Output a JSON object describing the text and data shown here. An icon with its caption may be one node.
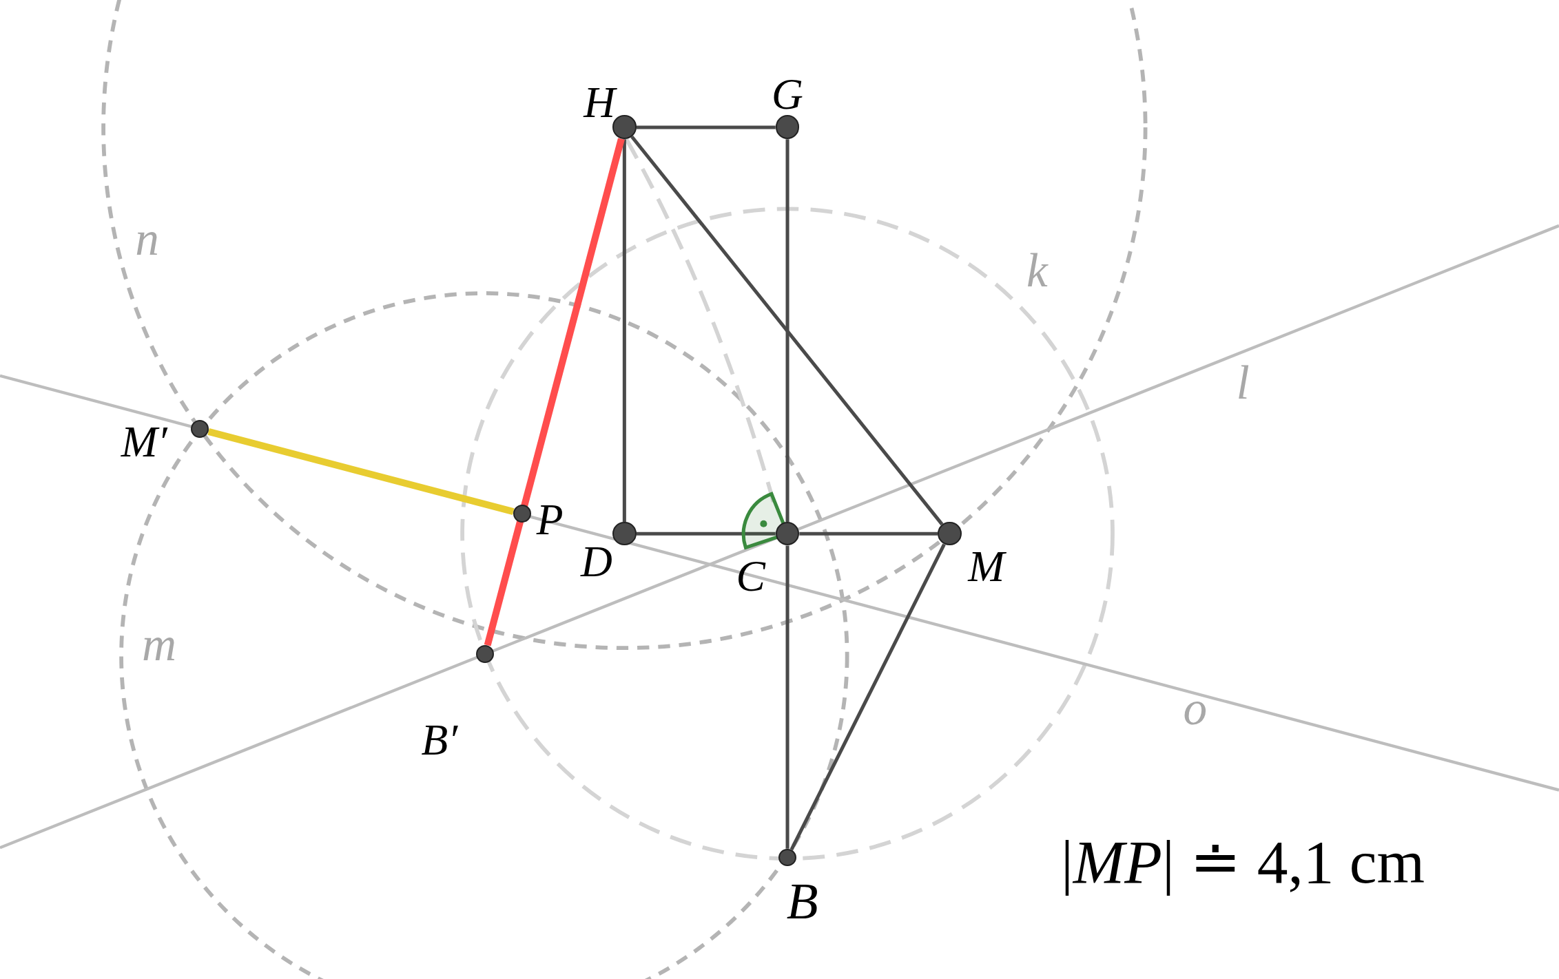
{
  "diagram": {
    "nodes": [
      {
        "text": [
          "H"
        ]
      },
      {
        "text": [
          "G"
        ]
      },
      {
        "text": [
          "M′"
        ]
      },
      {
        "text": [
          "P"
        ]
      },
      {
        "text": [
          "D"
        ]
      },
      {
        "text": [
          "C"
        ]
      },
      {
        "text": [
          "M"
        ]
      },
      {
        "text": [
          "B′"
        ]
      },
      {
        "text": [
          "B"
        ]
      }
    ],
    "edges": [
      {
        "from": 0,
        "to": 1,
        "arrow": "none"
      },
      {
        "from": 1,
        "to": 5,
        "arrow": "none"
      },
      {
        "from": 5,
        "to": 8,
        "arrow": "none"
      },
      {
        "from": 0,
        "to": 4,
        "arrow": "none"
      },
      {
        "from": 4,
        "to": 5,
        "arrow": "none"
      },
      {
        "from": 5,
        "to": 6,
        "arrow": "none"
      },
      {
        "from": 0,
        "to": 6,
        "arrow": "none"
      },
      {
        "from": 6,
        "to": 8,
        "arrow": "none"
      },
      {
        "from": 0,
        "to": 7,
        "arrow": "none",
        "style": "thick",
        "color": "#ff4d4d"
      },
      {
        "from": 2,
        "to": 3,
        "arrow": "none",
        "style": "thick",
        "color": "#e8cc30"
      }
    ],
    "labels": [
      "n",
      "k",
      "l",
      "m",
      "o",
      "|*MP*| ≐ 4,1 cm"
    ]
  }
}
